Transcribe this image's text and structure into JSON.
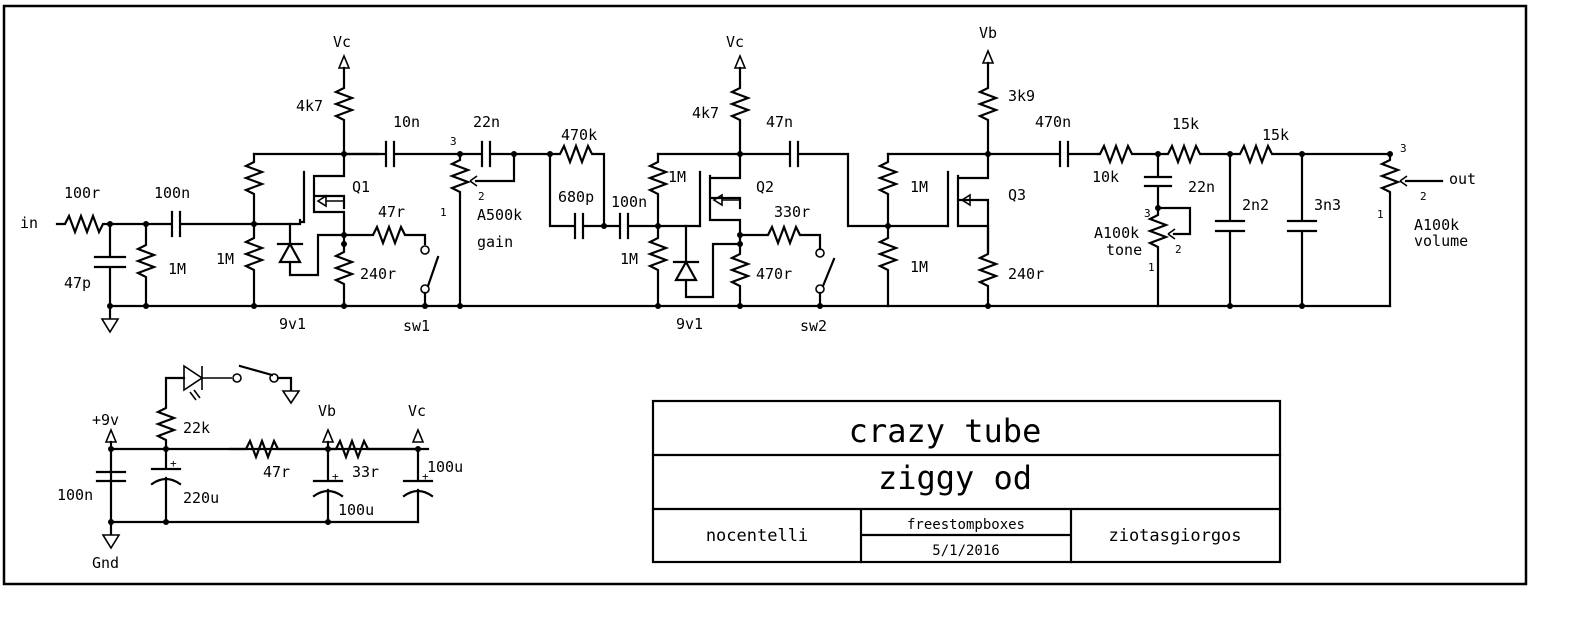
{
  "title_block": {
    "title": "crazy tube",
    "subtitle": "ziggy od",
    "designer": "nocentelli",
    "source": "freestompboxes",
    "date": "5/1/2016",
    "drawn_by": "ziotasgiorgos"
  },
  "signal": {
    "input": "in",
    "output": "out"
  },
  "rails": {
    "vc": "Vc",
    "vb": "Vb",
    "plus9v": "+9v",
    "gnd": "Gnd"
  },
  "stage1": {
    "r_in": "100r",
    "c_in_shunt": "47p",
    "c_couple": "100n",
    "r_pulldown": "1M",
    "r_bias_low": "1M",
    "r_drain": "4k7",
    "transistor": "Q1",
    "r_source_sw": "47r",
    "r_source": "240r",
    "diode": "9v1",
    "switch": "sw1",
    "c_out": "10n"
  },
  "gain_pot": {
    "c_bright": "22n",
    "value": "A500k",
    "name": "gain",
    "pin1": "1",
    "pin2": "2",
    "pin3": "3"
  },
  "interstage": {
    "r_series": "470k",
    "c_parallel": "680p",
    "c_couple": "100n"
  },
  "stage2": {
    "r_bias_high": "1M",
    "r_bias_low": "1M",
    "r_drain": "4k7",
    "transistor": "Q2",
    "r_source_sw": "330r",
    "r_source": "470r",
    "diode": "9v1",
    "switch": "sw2",
    "c_out": "47n"
  },
  "stage3": {
    "r_drain": "3k9",
    "transistor": "Q3",
    "r_bias_high": "1M",
    "r_bias_low": "1M",
    "r_source": "240r",
    "c_out": "470n"
  },
  "tone": {
    "r_series": "10k",
    "r_filter1": "15k",
    "c_tone": "22n",
    "pot_value": "A100k",
    "pot_name": "tone",
    "r_filter2": "15k",
    "c_filter1": "2n2",
    "c_filter2": "3n3",
    "pin1": "1",
    "pin2": "2",
    "pin3": "3"
  },
  "volume": {
    "value": "A100k",
    "name": "volume",
    "pin1": "1",
    "pin2": "2",
    "pin3": "3"
  },
  "power": {
    "c_bypass": "100n",
    "r_led": "22k",
    "c_main": "220u",
    "r_vb": "47r",
    "c_vb": "100u",
    "r_vc": "33r",
    "c_vc": "100u"
  }
}
